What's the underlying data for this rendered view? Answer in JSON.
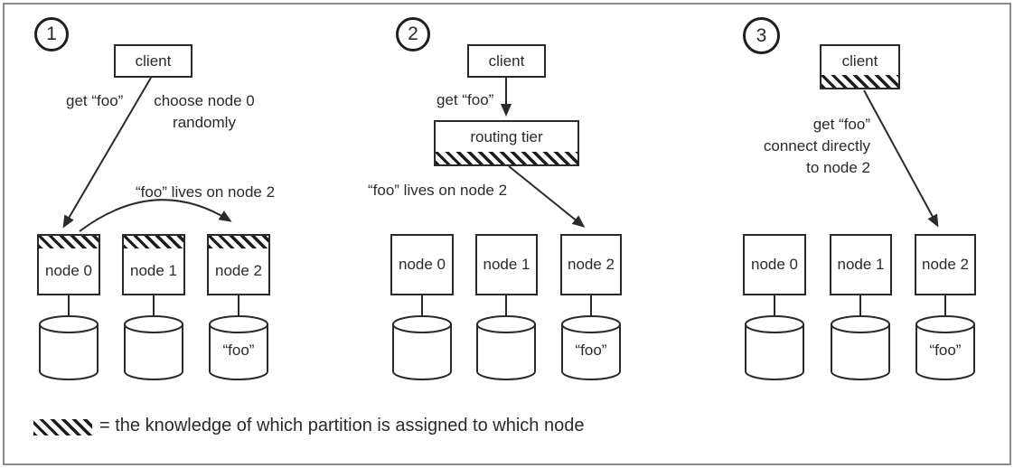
{
  "legend": {
    "text": "= the knowledge of which partition is assigned to which node"
  },
  "colors": {
    "ink": "#2a2a2a",
    "frame": "#8a8a8a",
    "background": "#ffffff"
  },
  "panels": [
    {
      "number": "1",
      "client_label": "client",
      "get_label": "get “foo”",
      "note": {
        "line1": "choose node 0",
        "line2": "randomly"
      },
      "arc_label": "“foo” lives on node 2",
      "nodes": [
        {
          "label": "node 0",
          "has_knowledge": true
        },
        {
          "label": "node 1",
          "has_knowledge": true
        },
        {
          "label": "node 2",
          "has_knowledge": true
        }
      ],
      "data_label": "“foo”"
    },
    {
      "number": "2",
      "client_label": "client",
      "get_label": "get “foo”",
      "routing_tier_label": "routing tier",
      "route_label": "“foo” lives on node 2",
      "nodes": [
        {
          "label": "node 0",
          "has_knowledge": false
        },
        {
          "label": "node 1",
          "has_knowledge": false
        },
        {
          "label": "node 2",
          "has_knowledge": false
        }
      ],
      "data_label": "“foo”"
    },
    {
      "number": "3",
      "client_label": "client",
      "note": {
        "line1": "get “foo”",
        "line2": "connect directly",
        "line3": "to node 2"
      },
      "nodes": [
        {
          "label": "node 0",
          "has_knowledge": false
        },
        {
          "label": "node 1",
          "has_knowledge": false
        },
        {
          "label": "node 2",
          "has_knowledge": false
        }
      ],
      "data_label": "“foo”"
    }
  ]
}
